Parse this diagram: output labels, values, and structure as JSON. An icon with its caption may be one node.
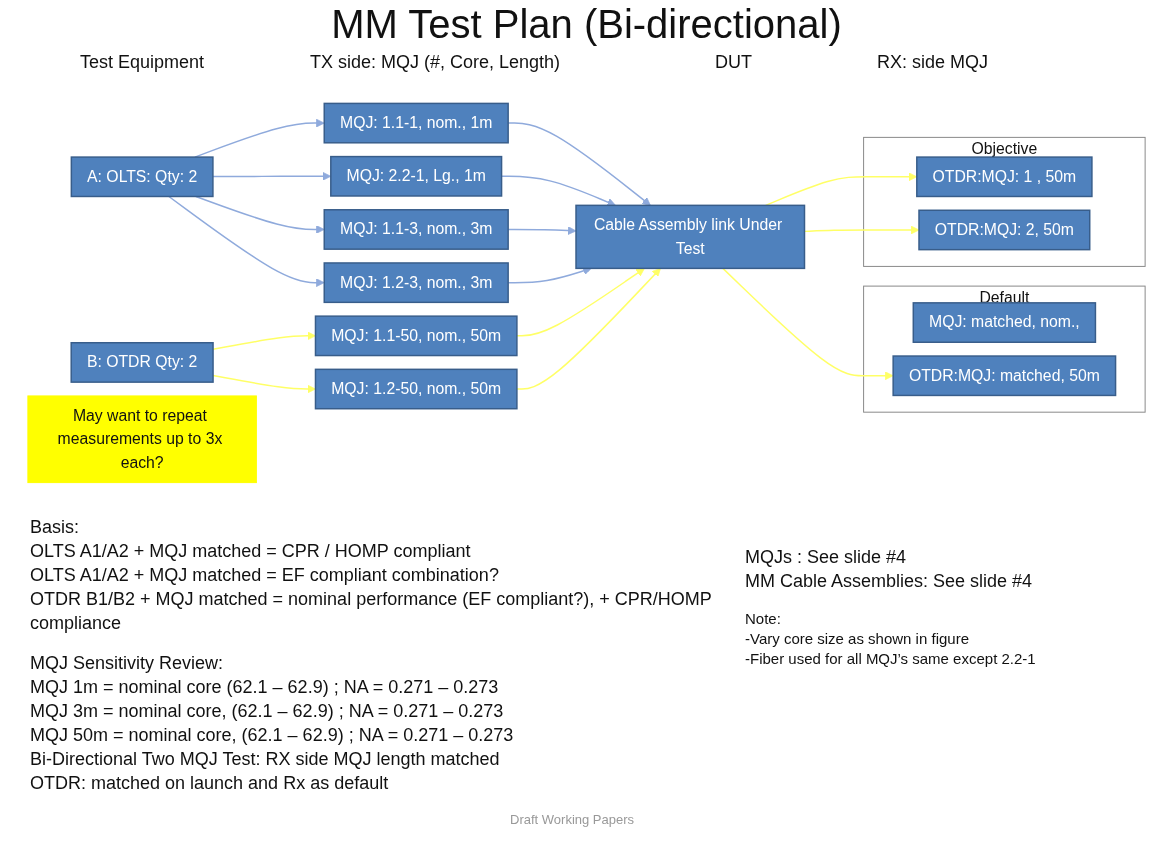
{
  "diagram": {
    "title": "MM Test Plan (Bi-directional)",
    "nodes": [
      {
        "text": [
          "A: OLTS: Qty: 2"
        ]
      },
      {
        "text": [
          "B: OTDR Qty: 2"
        ]
      },
      {
        "text": [
          "MQJ: 1.1-1, nom., 1m"
        ]
      },
      {
        "text": [
          "MQJ: 2.2-1, Lg., 1m"
        ]
      },
      {
        "text": [
          "MQJ: 1.1-3, nom., 3m"
        ]
      },
      {
        "text": [
          "MQJ: 1.2-3, nom., 3m"
        ]
      },
      {
        "text": [
          "MQJ: 1.1-50, nom., 50m"
        ]
      },
      {
        "text": [
          "MQJ: 1.2-50, nom., 50m"
        ]
      },
      {
        "text": [
          "Cable Assembly link Under Test"
        ]
      },
      {
        "text": [
          "Default"
        ]
      },
      {
        "text": [
          "MQJ: matched, nom.,"
        ],
        "in": 9
      },
      {
        "text": [
          "OTDR:MQJ: matched, 50m"
        ],
        "in": 9
      },
      {
        "text": [
          "Objective"
        ]
      },
      {
        "text": [
          "OTDR:MQJ: 1 , 50m"
        ],
        "in": 12
      },
      {
        "text": [
          "OTDR:MQJ: 2, 50m"
        ],
        "in": 12
      },
      {
        "text": [
          "May want to repeat measurements up to 3x each?"
        ]
      }
    ],
    "edges": [
      {
        "from": 0,
        "to": 2,
        "arrow": "to"
      },
      {
        "from": 0,
        "to": 3,
        "arrow": "to"
      },
      {
        "from": 0,
        "to": 4,
        "arrow": "to"
      },
      {
        "from": 0,
        "to": 5,
        "arrow": "to"
      },
      {
        "from": 1,
        "to": 6,
        "arrow": "to",
        "color": "#ffff66"
      },
      {
        "from": 1,
        "to": 7,
        "arrow": "to",
        "color": "#ffff66"
      },
      {
        "from": 2,
        "to": 8,
        "arrow": "to"
      },
      {
        "from": 3,
        "to": 8,
        "arrow": "to"
      },
      {
        "from": 4,
        "to": 8,
        "arrow": "to"
      },
      {
        "from": 5,
        "to": 8,
        "arrow": "to"
      },
      {
        "from": 6,
        "to": 8,
        "arrow": "to",
        "color": "#ffff66"
      },
      {
        "from": 7,
        "to": 8,
        "arrow": "to",
        "color": "#ffff66"
      },
      {
        "from": 8,
        "to": 11,
        "arrow": "to",
        "color": "#ffff66"
      },
      {
        "from": 8,
        "to": 13,
        "arrow": "to",
        "color": "#ffff66"
      },
      {
        "from": 8,
        "to": 14,
        "arrow": "to",
        "color": "#ffff66"
      }
    ],
    "labels": [
      "Test Equipment",
      "TX side: MQJ (#, Core, Length)",
      "DUT",
      "RX: side MQJ",
      "Basis:",
      "OLTS A1/A2 + MQJ matched = CPR / HOMP compliant",
      "OLTS A1/A2 + MQJ matched = EF compliant combination?",
      "OTDR B1/B2 + MQJ matched = nominal performance (EF compliant?), + CPR/HOMP compliance",
      "MQJ Sensitivity Review:",
      "MQJ 1m = nominal core (62.1 – 62.9) ; NA = 0.271 – 0.273",
      "MQJ 3m = nominal core, (62.1 – 62.9) ; NA = 0.271 – 0.273",
      "MQJ 50m = nominal core, (62.1 – 62.9) ; NA = 0.271 – 0.273",
      "Bi-Directional Two MQJ Test: RX side MQJ length matched",
      "OTDR: matched on launch and Rx as default",
      "MQJs : See slide #4",
      "MM Cable Assemblies: See slide #4",
      "Note:",
      "-Vary core size as shown in figure",
      "-Fiber used for all MQJ’s same except 2.2-1",
      "Draft Working Papers"
    ]
  }
}
